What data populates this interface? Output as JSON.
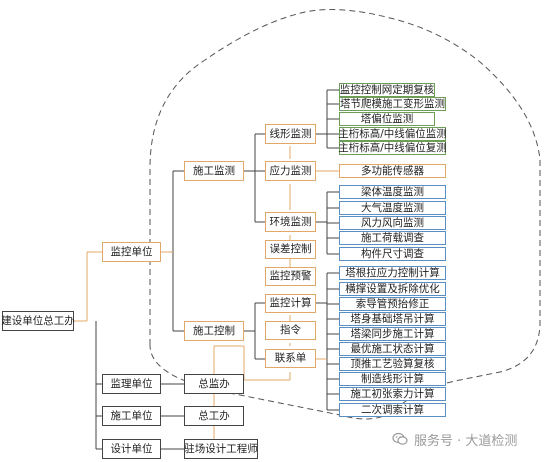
{
  "root": "建设单位总工办",
  "level1": {
    "monitor_unit": "监控单位",
    "supervision_unit": "监理单位",
    "construction_unit": "施工单位",
    "design_unit": "设计单位"
  },
  "level2": {
    "construction_monitoring": "施工监测",
    "construction_control": "施工控制",
    "chief_supervisor": "总监办",
    "chief_engineer_office": "总工办",
    "onsite_design_engineer": "驻场设计工程师"
  },
  "level3": {
    "alignment_monitoring": "线形监测",
    "stress_monitoring": "应力监测",
    "environment_monitoring": "环境监测",
    "error_control": "误差控制",
    "monitoring_warning": "监控预警",
    "monitoring_calculation": "监控计算",
    "instruction": "指令",
    "contact_sheet": "联系单"
  },
  "alignment_items": [
    "监控控制网定期复核",
    "塔节爬模施工变形监测",
    "塔偏位监测",
    "主桁标高/中线偏位监测",
    "主桁标高/中线偏位复测"
  ],
  "stress_items": [
    "多功能传感器"
  ],
  "environment_items": [
    "梁体温度监测",
    "大气温度监测",
    "风力风向监测",
    "施工荷载调查",
    "构件尺寸调查"
  ],
  "calculation_items": [
    "塔根拉应力控制计算",
    "横撑设置及拆除优化",
    "索导管预抬修正",
    "塔身基础塔吊计算",
    "塔梁同步施工计算",
    "最优施工状态计算",
    "顶推工艺验算复核",
    "制造线形计算",
    "施工初张索力计算",
    "二次调索计算"
  ],
  "watermark": {
    "text": "服务号 · 大道检测"
  },
  "colors": {
    "green": "#6c9e58",
    "orange": "#e2a86a",
    "blue": "#5b8fc4",
    "dark": "#444444",
    "dashed": "#555555"
  }
}
